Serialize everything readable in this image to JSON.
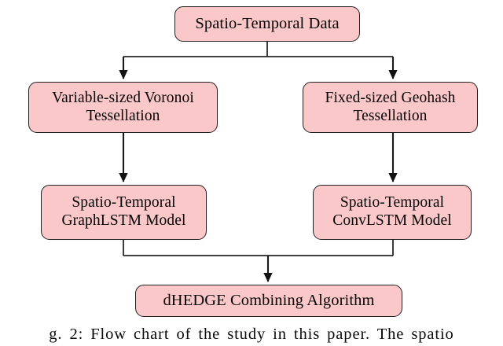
{
  "figure": {
    "caption_visible_text": "g. 2: Flow chart of the study in this paper. The spatio",
    "colors": {
      "node_fill": "#fac8c8",
      "node_border": "#231f1f",
      "connector": "#1a1a1a",
      "background": "#ffffff",
      "text": "#050505"
    }
  },
  "nodes": {
    "root": {
      "label": "Spatio-Temporal Data"
    },
    "voronoi": {
      "label": "Variable-sized  Voronoi\nTessellation"
    },
    "geohash": {
      "label": "Fixed-sized Geohash\nTessellation"
    },
    "graphlstm": {
      "label": "Spatio-Temporal\nGraphLSTM Model"
    },
    "convlstm": {
      "label": "Spatio-Temporal\nConvLSTM Model"
    },
    "dhedge": {
      "label": "dHEDGE Combining Algorithm"
    }
  },
  "edges": [
    {
      "name": "root-to-voronoi",
      "from": "root",
      "to": "voronoi",
      "style": "elbow-split-arrow"
    },
    {
      "name": "root-to-geohash",
      "from": "root",
      "to": "geohash",
      "style": "elbow-split-arrow"
    },
    {
      "name": "voronoi-to-graphlstm",
      "from": "voronoi",
      "to": "graphlstm",
      "style": "straight-arrow"
    },
    {
      "name": "geohash-to-convlstm",
      "from": "geohash",
      "to": "convlstm",
      "style": "straight-arrow"
    },
    {
      "name": "graphlstm-to-dhedge",
      "from": "graphlstm",
      "to": "dhedge",
      "style": "elbow-merge"
    },
    {
      "name": "convlstm-to-dhedge",
      "from": "convlstm",
      "to": "dhedge",
      "style": "elbow-merge-arrow"
    }
  ]
}
